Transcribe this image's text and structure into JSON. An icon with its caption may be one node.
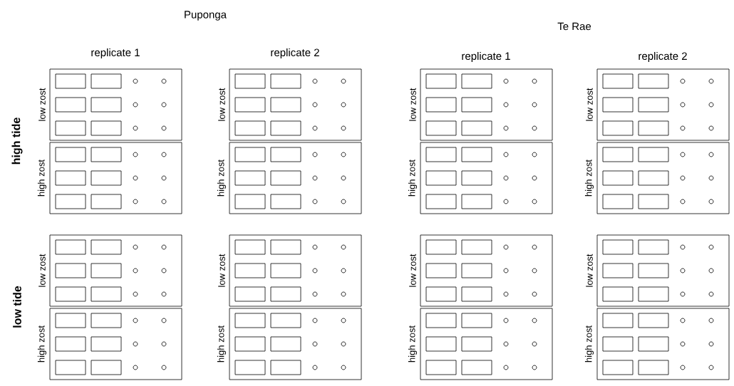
{
  "diagram": {
    "labels": [
      "Puponga",
      "Te Rae",
      "replicate 1",
      "replicate 2",
      "replicate 1",
      "replicate 2",
      "high tide",
      "low tide",
      "low zost",
      "low zost",
      "low zost",
      "low zost",
      "high zost",
      "high zost",
      "high zost",
      "high zost",
      "low zost",
      "low zost",
      "low zost",
      "low zost",
      "high zost",
      "high zost",
      "high zost",
      "high zost"
    ]
  }
}
